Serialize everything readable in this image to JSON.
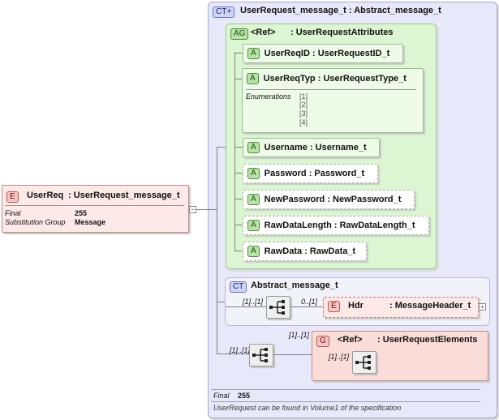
{
  "ct_main": {
    "badge": "CT",
    "title": "UserRequest_message_t : Abstract_message_t",
    "final_label": "Final",
    "final_value": "255",
    "note": "UserRequest can be found in Volume1 of the specification"
  },
  "attr_group": {
    "badge": "AG",
    "ref": "<Ref>",
    "name": ": UserRequestAttributes"
  },
  "attributes": [
    {
      "badge": "A",
      "name": "UserReqID",
      "type": ": UserRequestID_t"
    },
    {
      "badge": "A",
      "name": "UserReqTyp",
      "type": ": UserRequestType_t"
    },
    {
      "badge": "A",
      "name": "Username",
      "type": ": Username_t"
    },
    {
      "badge": "A",
      "name": "Password",
      "type": ": Password_t"
    },
    {
      "badge": "A",
      "name": "NewPassword",
      "type": ": NewPassword_t"
    },
    {
      "badge": "A",
      "name": "RawDataLength",
      "type": ": RawDataLength_t"
    },
    {
      "badge": "A",
      "name": "RawData",
      "type": ": RawData_t"
    }
  ],
  "enumerations": {
    "label": "Enumerations",
    "values": [
      "[1]",
      "[2]",
      "[3]",
      "[4]"
    ]
  },
  "abstract_ct": {
    "badge": "CT",
    "title": "Abstract_message_t",
    "seq_card": "[1]..[1]",
    "hdr_card": "0..[1]",
    "hdr_badge": "E",
    "hdr_name": "Hdr",
    "hdr_type": ": MessageHeader_t"
  },
  "elements_group": {
    "badge": "G",
    "ref": "<Ref>",
    "name": ": UserRequestElements",
    "outer_card": "[1]..[1]",
    "inner_card": "[1]..[1]",
    "seq_card": "[1]..[1]"
  },
  "root": {
    "badge": "E",
    "name": "UserReq",
    "type": ": UserRequest_message_t",
    "props": [
      {
        "label": "Final",
        "value": "255"
      },
      {
        "label": "Substitution Group",
        "value": "Message"
      }
    ]
  }
}
